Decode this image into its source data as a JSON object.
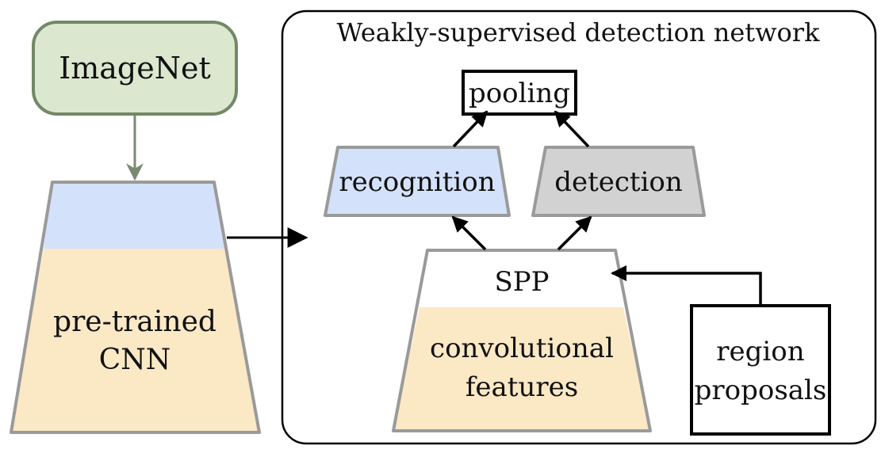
{
  "imagenet_label": "ImageNet",
  "cnn_label_line1": "pre-trained",
  "cnn_label_line2": "CNN",
  "network_title": "Weakly-supervised detection network",
  "pooling_label": "pooling",
  "recognition_label": "recognition",
  "detection_label": "detection",
  "spp_label": "SPP",
  "conv_label_line1": "convolutional",
  "conv_label_line2": "features",
  "region_label_line1": "region",
  "region_label_line2": "proposals",
  "colors": {
    "green_fill": "#dbe7cf",
    "green_stroke": "#728866",
    "blue_fill": "#d4e1fa",
    "peach_fill": "#fbe8c5",
    "grey_fill": "#d2d2d2",
    "shape_stroke": "#9a9a9a",
    "arrow_grey": "#7a8a72",
    "black": "#000000"
  }
}
